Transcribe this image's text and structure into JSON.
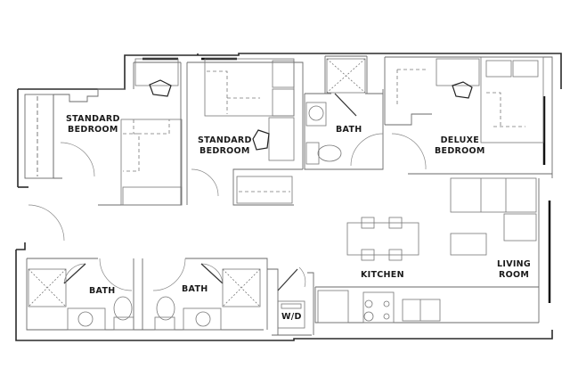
{
  "floor_plan": {
    "type": "apartment floor plan",
    "rooms": [
      {
        "id": "standard-bedroom-1",
        "label_line1": "STANDARD",
        "label_line2": "BEDROOM"
      },
      {
        "id": "standard-bedroom-2",
        "label_line1": "STANDARD",
        "label_line2": "BEDROOM"
      },
      {
        "id": "bath-top",
        "label_line1": "BATH"
      },
      {
        "id": "deluxe-bedroom",
        "label_line1": "DELUXE",
        "label_line2": "BEDROOM"
      },
      {
        "id": "bath-bottom-left",
        "label_line1": "BATH"
      },
      {
        "id": "bath-bottom-middle",
        "label_line1": "BATH"
      },
      {
        "id": "washer-dryer",
        "label_line1": "W/D"
      },
      {
        "id": "kitchen",
        "label_line1": "KITCHEN"
      },
      {
        "id": "living-room",
        "label_line1": "LIVING",
        "label_line2": "ROOM"
      }
    ],
    "colors": {
      "wall": "#2a2a2a",
      "fixture": "#6a6a6a",
      "background": "#ffffff"
    }
  }
}
